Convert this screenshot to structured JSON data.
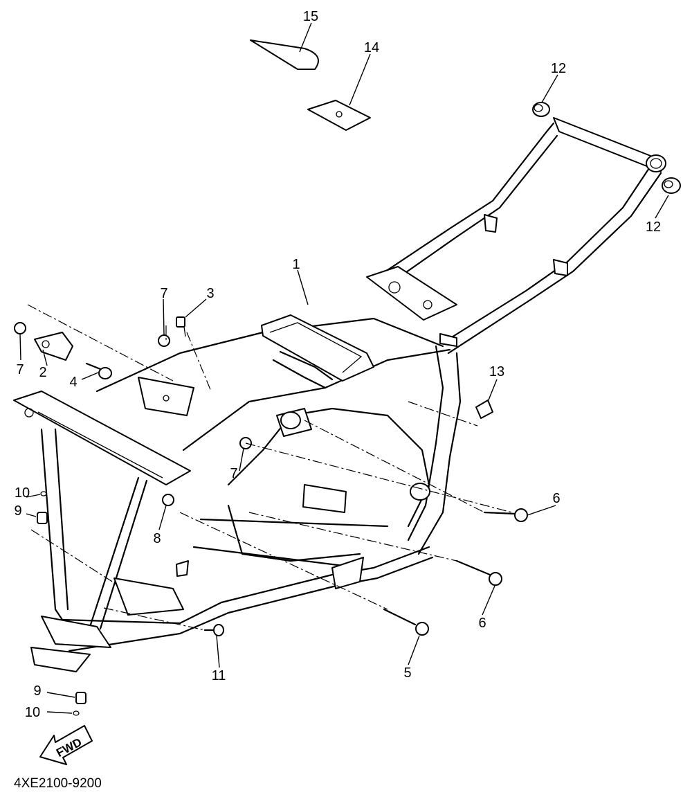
{
  "diagram": {
    "drawing_code": "4XE2100-9200",
    "direction_label": "FWD",
    "callouts": [
      "1",
      "2",
      "3",
      "4",
      "5",
      "6",
      "6",
      "7",
      "7",
      "7",
      "8",
      "9",
      "9",
      "10",
      "10",
      "11",
      "12",
      "12",
      "13",
      "14",
      "15"
    ]
  }
}
